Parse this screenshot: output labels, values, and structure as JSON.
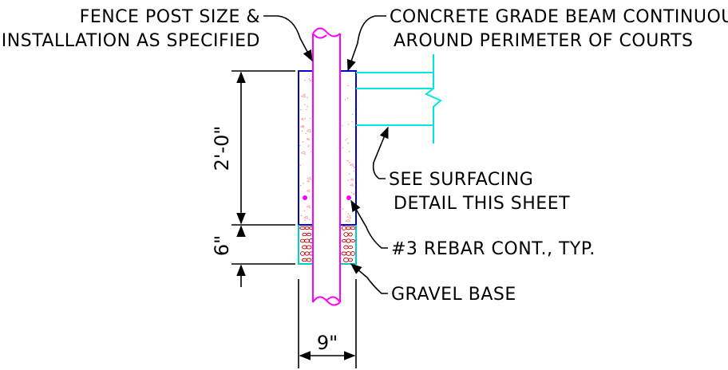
{
  "colors": {
    "background": "#ffffff",
    "linework": "#000000",
    "grade_beam": "#0000cc",
    "fence_post": "#ff00ff",
    "surfacing": "#00ffff",
    "concrete_stipple": "#ff8080",
    "gravel": "#cc0000",
    "rebar": "#ff00ff"
  },
  "labels": {
    "fence_post_line1": "FENCE POST SIZE &",
    "fence_post_line2": "INSTALLATION AS SPECIFIED",
    "grade_beam_line1": "CONCRETE GRADE BEAM CONTINUOUS",
    "grade_beam_line2": "AROUND PERIMETER OF COURTS",
    "surfacing_line1": "SEE SURFACING",
    "surfacing_line2": "DETAIL THIS SHEET",
    "rebar": "#3 REBAR CONT., TYP.",
    "gravel": "GRAVEL BASE"
  },
  "dimensions": {
    "beam_depth": "2'-0\"",
    "gravel_depth": "6\"",
    "width": "9\""
  }
}
